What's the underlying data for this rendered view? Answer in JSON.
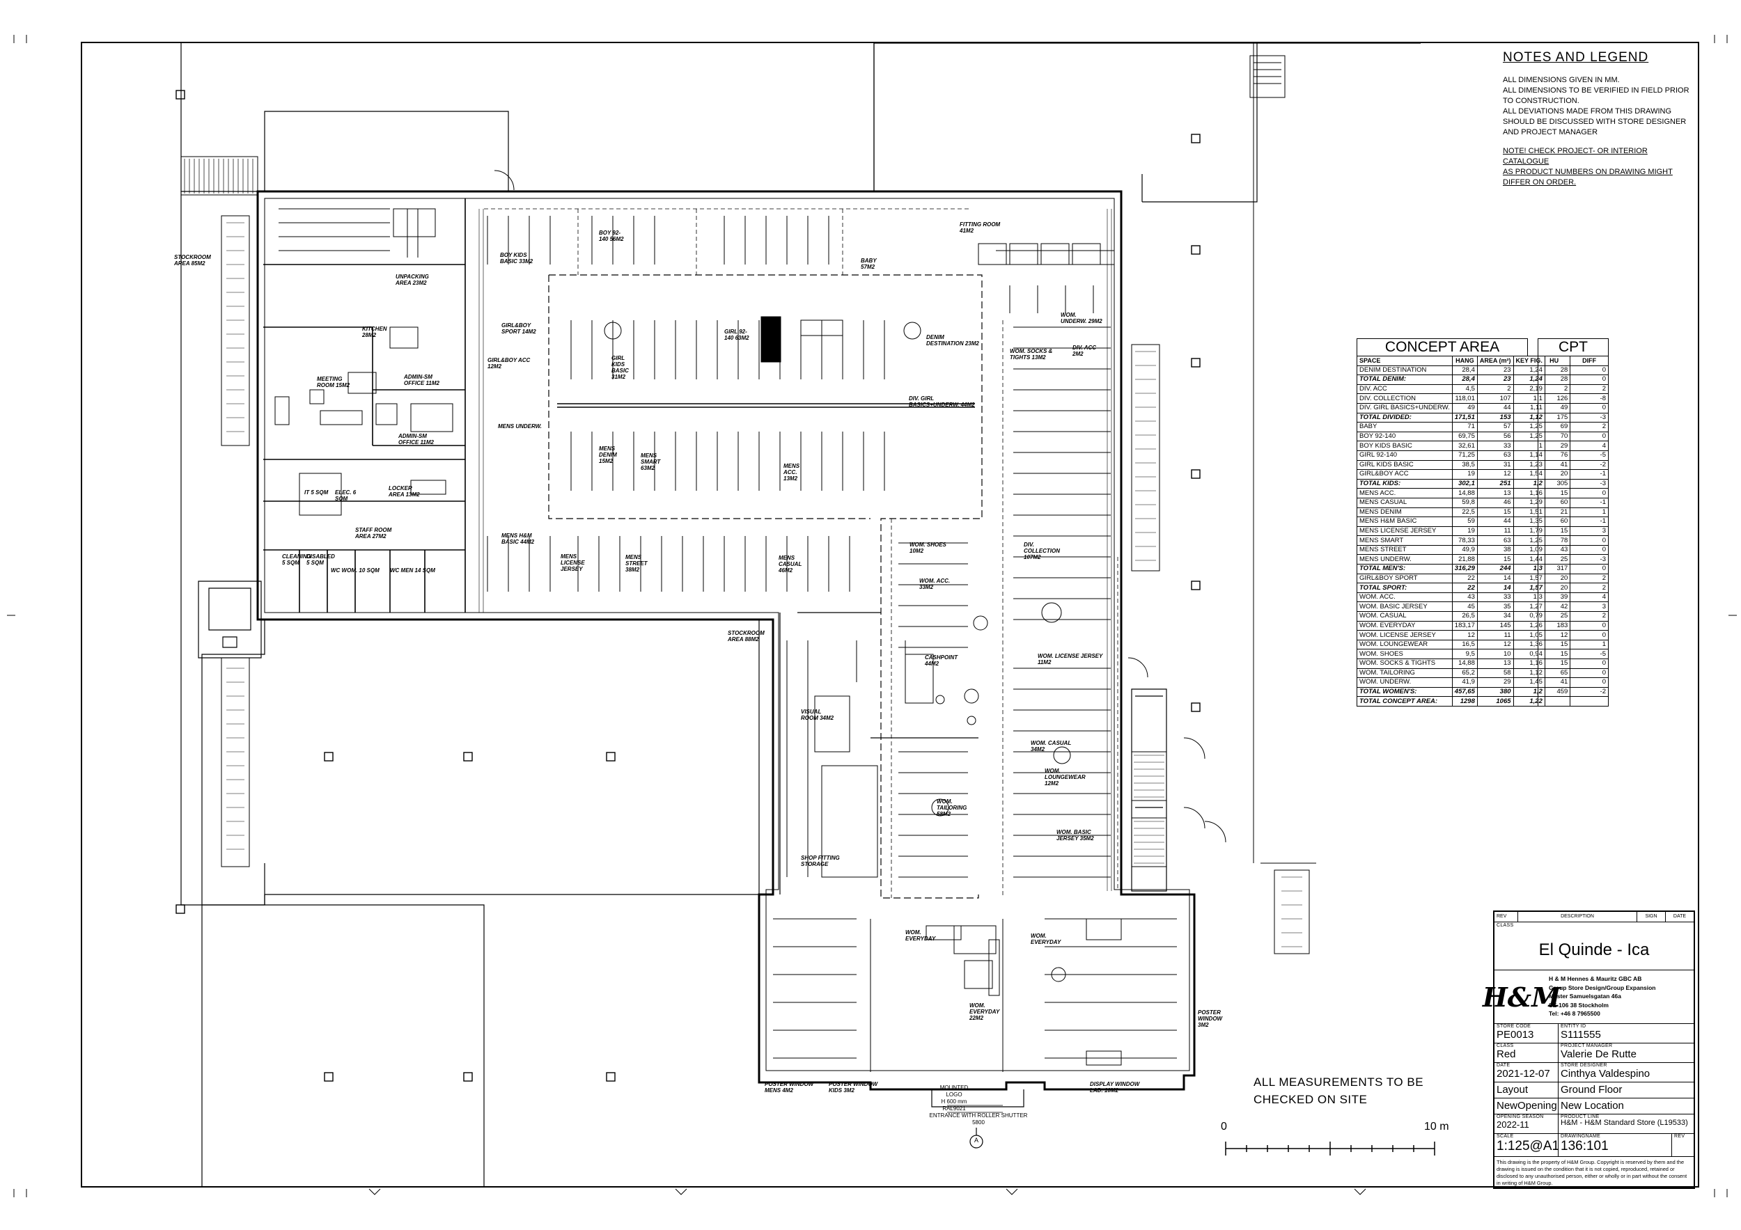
{
  "notes": {
    "title": "NOTES AND LEGEND",
    "lines": [
      "ALL DIMENSIONS GIVEN IN MM.",
      "ALL DIMENSIONS TO BE VERIFIED IN FIELD PRIOR",
      "TO CONSTRUCTION.",
      "ALL DEVIATIONS MADE FROM THIS DRAWING",
      "SHOULD BE DISCUSSED WITH STORE DESIGNER",
      "AND PROJECT MANAGER"
    ],
    "note_lines": [
      "NOTE! CHECK PROJECT- OR INTERIOR CATALOGUE",
      "AS PRODUCT NUMBERS ON DRAWING MIGHT",
      "DIFFER ON ORDER."
    ]
  },
  "concept_area": {
    "title": "CONCEPT AREA",
    "headers": [
      "SPACE",
      "HANG",
      "AREA (m²)",
      "KEY FIG."
    ],
    "rows": [
      [
        "DENIM DESTINATION",
        "28,4",
        "23",
        "1,24",
        false
      ],
      [
        "TOTAL DENIM:",
        "28,4",
        "23",
        "1,24",
        true
      ],
      [
        "DIV. ACC",
        "4,5",
        "2",
        "2,19",
        false
      ],
      [
        "DIV. COLLECTION",
        "118,01",
        "107",
        "1,1",
        false
      ],
      [
        "DIV. GIRL BASICS+UNDERW.",
        "49",
        "44",
        "1,11",
        false
      ],
      [
        "TOTAL DIVIDED:",
        "171,51",
        "153",
        "1,12",
        true
      ],
      [
        "BABY",
        "71",
        "57",
        "1,25",
        false
      ],
      [
        "BOY 92-140",
        "69,75",
        "56",
        "1,25",
        false
      ],
      [
        "BOY KIDS BASIC",
        "32,61",
        "33",
        "1",
        false
      ],
      [
        "GIRL 92-140",
        "71,25",
        "63",
        "1,14",
        false
      ],
      [
        "GIRL KIDS BASIC",
        "38,5",
        "31",
        "1,23",
        false
      ],
      [
        "GIRL&BOY ACC",
        "19",
        "12",
        "1,54",
        false
      ],
      [
        "TOTAL KIDS:",
        "302,1",
        "251",
        "1,2",
        true
      ],
      [
        "MENS ACC.",
        "14,88",
        "13",
        "1,16",
        false
      ],
      [
        "MENS CASUAL",
        "59,8",
        "46",
        "1,29",
        false
      ],
      [
        "MENS DENIM",
        "22,5",
        "15",
        "1,51",
        false
      ],
      [
        "MENS H&M BASIC",
        "59",
        "44",
        "1,35",
        false
      ],
      [
        "MENS LICENSE JERSEY",
        "19",
        "11",
        "1,79",
        false
      ],
      [
        "MENS SMART",
        "78,33",
        "63",
        "1,25",
        false
      ],
      [
        "MENS STREET",
        "49,9",
        "38",
        "1,09",
        false
      ],
      [
        "MENS UNDERW.",
        "21,88",
        "15",
        "1,44",
        false
      ],
      [
        "TOTAL MEN'S:",
        "316,29",
        "244",
        "1,3",
        true
      ],
      [
        "GIRL&BOY SPORT",
        "22",
        "14",
        "1,57",
        false
      ],
      [
        "TOTAL SPORT:",
        "22",
        "14",
        "1,57",
        true
      ],
      [
        "WOM. ACC.",
        "43",
        "33",
        "1,3",
        false
      ],
      [
        "WOM. BASIC JERSEY",
        "45",
        "35",
        "1,27",
        false
      ],
      [
        "WOM. CASUAL",
        "26,5",
        "34",
        "0,79",
        false
      ],
      [
        "WOM. EVERYDAY",
        "183,17",
        "145",
        "1,26",
        false
      ],
      [
        "WOM. LICENSE JERSEY",
        "12",
        "11",
        "1,05",
        false
      ],
      [
        "WOM. LOUNGEWEAR",
        "16,5",
        "12",
        "1,36",
        false
      ],
      [
        "WOM. SHOES",
        "9,5",
        "10",
        "0,94",
        false
      ],
      [
        "WOM. SOCKS & TIGHTS",
        "14,88",
        "13",
        "1,16",
        false
      ],
      [
        "WOM. TAILORING",
        "65,2",
        "58",
        "1,12",
        false
      ],
      [
        "WOM. UNDERW.",
        "41,9",
        "29",
        "1,45",
        false
      ],
      [
        "TOTAL WOMEN'S:",
        "457,65",
        "380",
        "1,2",
        true
      ],
      [
        "TOTAL CONCEPT AREA:",
        "1298",
        "1065",
        "1,22",
        true
      ]
    ]
  },
  "cpt": {
    "title": "CPT",
    "headers": [
      "HU",
      "DIFF"
    ],
    "rows": [
      [
        "28",
        "0"
      ],
      [
        "28",
        "0"
      ],
      [
        "2",
        "2"
      ],
      [
        "126",
        "-8"
      ],
      [
        "49",
        "0"
      ],
      [
        "175",
        "-3"
      ],
      [
        "69",
        "2"
      ],
      [
        "70",
        "0"
      ],
      [
        "29",
        "4"
      ],
      [
        "76",
        "-5"
      ],
      [
        "41",
        "-2"
      ],
      [
        "20",
        "-1"
      ],
      [
        "305",
        "-3"
      ],
      [
        "15",
        "0"
      ],
      [
        "60",
        "-1"
      ],
      [
        "21",
        "1"
      ],
      [
        "60",
        "-1"
      ],
      [
        "15",
        "3"
      ],
      [
        "78",
        "0"
      ],
      [
        "43",
        "0"
      ],
      [
        "25",
        "-3"
      ],
      [
        "317",
        "0"
      ],
      [
        "20",
        "2"
      ],
      [
        "20",
        "2"
      ],
      [
        "39",
        "4"
      ],
      [
        "42",
        "3"
      ],
      [
        "25",
        "2"
      ],
      [
        "183",
        "0"
      ],
      [
        "12",
        "0"
      ],
      [
        "15",
        "1"
      ],
      [
        "15",
        "-5"
      ],
      [
        "15",
        "0"
      ],
      [
        "65",
        "0"
      ],
      [
        "41",
        "0"
      ],
      [
        "459",
        "-2"
      ],
      [
        "",
        ""
      ]
    ]
  },
  "plan": {
    "rooms": [
      {
        "id": "stockroom-1",
        "text": "STOCKROOM AREA 85m2"
      },
      {
        "id": "unpacking",
        "text": "UNPACKING AREA 23m2"
      },
      {
        "id": "boy-kids-basic",
        "text": "BOY KIDS BASIC 33m2"
      },
      {
        "id": "boy-92",
        "text": "BOY 92-140 56m2"
      },
      {
        "id": "baby",
        "text": "BABY 57m2"
      },
      {
        "id": "fitting-room",
        "text": "FITTING ROOM 41m2"
      },
      {
        "id": "kitchen",
        "text": "KITCHEN 28m2"
      },
      {
        "id": "meeting",
        "text": "MEETING ROOM 15m2"
      },
      {
        "id": "admin-sm",
        "text": "ADMIN-SM OFFICE 11m2"
      },
      {
        "id": "admin-office",
        "text": "ADMIN-SM OFFICE 11m2"
      },
      {
        "id": "girl-boy-sport",
        "text": "GIRL&BOY SPORT 14m2"
      },
      {
        "id": "girl-boy-acc",
        "text": "GIRL&BOY ACC 12m2"
      },
      {
        "id": "mens-underw",
        "text": "MENS UNDERW."
      },
      {
        "id": "denim-dest",
        "text": "DENIM DESTINATION 23m2"
      },
      {
        "id": "div-girl-basics",
        "text": "DIV. GIRL BASICS+UNDERW. 44m2"
      },
      {
        "id": "wom-underw",
        "text": "WOM. UNDERW. 29m2"
      },
      {
        "id": "wom-socks",
        "text": "WOM. SOCKS & TIGHTS 13m2"
      },
      {
        "id": "div-acc",
        "text": "DIV. ACC 2m2"
      },
      {
        "id": "girl-92",
        "text": "GIRL 92-140 63m2"
      },
      {
        "id": "girl-kids-basic",
        "text": "GIRL KIDS BASIC 31m2"
      },
      {
        "id": "mens-denim",
        "text": "MENS DENIM 15m2"
      },
      {
        "id": "mens-smart",
        "text": "MENS SMART 63m2"
      },
      {
        "id": "mens-acc",
        "text": "MENS ACC. 13m2"
      },
      {
        "id": "locker",
        "text": "LOCKER AREA 13m2"
      },
      {
        "id": "it-room",
        "text": "IT 5 SQM"
      },
      {
        "id": "elec",
        "text": "ELEC. 6 SQM"
      },
      {
        "id": "staff-room",
        "text": "STAFF ROOM AREA 27m2"
      },
      {
        "id": "mens-hm-basic",
        "text": "MENS H&M BASIC 44m2"
      },
      {
        "id": "mens-license",
        "text": "MENS LICENSE JERSEY"
      },
      {
        "id": "mens-street",
        "text": "MENS STREET 38m2"
      },
      {
        "id": "mens-casual",
        "text": "MENS CASUAL 46m2"
      },
      {
        "id": "wom-shoes",
        "text": "WOM. SHOES 10m2"
      },
      {
        "id": "wom-acc",
        "text": "WOM. ACC. 33m2"
      },
      {
        "id": "div-collection",
        "text": "DIV. COLLECTION 107m2"
      },
      {
        "id": "cleaning",
        "text": "CLEANING 5 SQM"
      },
      {
        "id": "disabled-wc",
        "text": "DISABLED 5 SQM"
      },
      {
        "id": "wc-wom",
        "text": "WC WOM. 10 SQM"
      },
      {
        "id": "wc-men",
        "text": "WC MEN 14 SQM"
      },
      {
        "id": "stockroom-2",
        "text": "STOCKROOM AREA 88m2"
      },
      {
        "id": "cashpoint",
        "text": "CASHPOINT 44m2"
      },
      {
        "id": "wom-license",
        "text": "WOM. LICENSE JERSEY 11m2"
      },
      {
        "id": "visual-room",
        "text": "VISUAL ROOM 34m2"
      },
      {
        "id": "wom-casual",
        "text": "WOM. CASUAL 34m2"
      },
      {
        "id": "wom-lounge",
        "text": "WOM. LOUNGEWEAR 12m2"
      },
      {
        "id": "wom-tailoring",
        "text": "WOM. TAILORING 58m2"
      },
      {
        "id": "wom-basic-jersey",
        "text": "WOM. BASIC JERSEY 35m2"
      },
      {
        "id": "shop-fitting",
        "text": "SHOP FITTING STORAGE"
      },
      {
        "id": "wom-everyday-1",
        "text": "WOM. EVERYDAY"
      },
      {
        "id": "wom-everyday-2",
        "text": "WOM. EVERYDAY 22m2"
      },
      {
        "id": "wom-everyday-3",
        "text": "WOM. EVERYDAY"
      },
      {
        "id": "poster-mens",
        "text": "POSTER WINDOW MENS 4m2"
      },
      {
        "id": "poster-kids",
        "text": "POSTER WINDOW KIDS 3m2"
      },
      {
        "id": "display-ladies",
        "text": "DISPLAY WINDOW LAD. 10m2"
      },
      {
        "id": "poster-window",
        "text": "POSTER WINDOW 3m2"
      }
    ],
    "logo_note": [
      "MOUNTED LOGO",
      "H 600 mm",
      "RAL9021"
    ],
    "entrance_note": [
      "ENTRANCE WITH ROLLER SHUTTER",
      "5800"
    ],
    "entrance_marker": "A",
    "measure_note": [
      "ALL MEASUREMENTS TO BE",
      "CHECKED ON SITE"
    ],
    "scale_start": "0",
    "scale_end": "10 m"
  },
  "title_block": {
    "rev_headers": [
      "REV",
      "DESCRIPTION",
      "SIGN",
      "DATE"
    ],
    "class_label": "CLASS",
    "project_name": "El Quinde - Ica",
    "logo_text": "H&M",
    "company": [
      "H & M Hennes & Mauritz GBC AB",
      "Group Store Design/Group Expansion",
      "Mäster Samuelsgatan 46a",
      "SE-106 38 Stockholm",
      "Tel: +46 8 7965500"
    ],
    "store_code_label": "STORE CODE",
    "store_code": "PE0013",
    "entity_label": "ENTITY ID",
    "entity": "S111555",
    "class_value_label": "CLASS",
    "class_value": "Red",
    "pm_label": "PROJECT MANAGER",
    "pm": "Valerie De Rutte",
    "date_label": "DATE",
    "date": "2021-12-07",
    "designer_label": "STORE DESIGNER",
    "designer": "Cinthya Valdespino",
    "layout": "Layout",
    "floor": "Ground Floor",
    "opening_type": "NewOpening",
    "location": "New Location",
    "season_label": "OPENING SEASON",
    "season": "2022-11",
    "product_label": "PRODUCT LINE",
    "product": "H&M - H&M Standard Store (L19533)",
    "scale_label": "SCALE",
    "scale": "1:125@A1",
    "drawing_label": "DRAWINGNAME",
    "drawing": "136:101",
    "rev_label": "REV",
    "copyright": "This drawing is the property of H&M Group. Copyright is reserved by them and the drawing is issued on the condition that it is not copied, reproduced, retained or disclosed to any unauthorised person, either or wholly or in part without the consent in writing of H&M Group."
  }
}
